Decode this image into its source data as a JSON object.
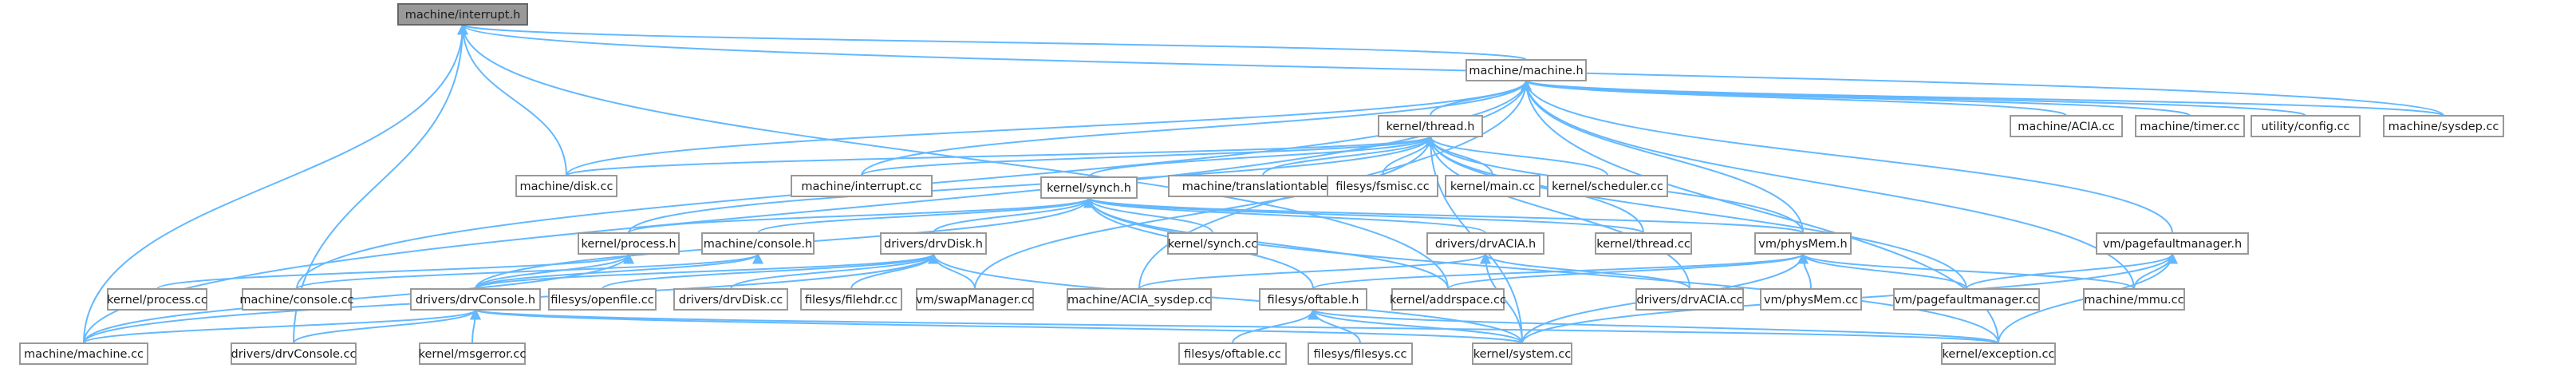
{
  "graph": {
    "root": "machine/interrupt.h",
    "nodes": [
      {
        "id": "n0",
        "label": "machine/interrupt.h",
        "root": true
      },
      {
        "id": "n1",
        "label": "machine/machine.h"
      },
      {
        "id": "n2",
        "label": "kernel/thread.h"
      },
      {
        "id": "n3",
        "label": "kernel/synch.h"
      },
      {
        "id": "n4",
        "label": "machine/disk.cc"
      },
      {
        "id": "n5",
        "label": "machine/interrupt.cc"
      },
      {
        "id": "n6",
        "label": "machine/translationtable.cc"
      },
      {
        "id": "n7",
        "label": "filesys/fsmisc.cc"
      },
      {
        "id": "n8",
        "label": "kernel/main.cc"
      },
      {
        "id": "n9",
        "label": "kernel/scheduler.cc"
      },
      {
        "id": "n10",
        "label": "machine/ACIA.cc"
      },
      {
        "id": "n11",
        "label": "machine/timer.cc"
      },
      {
        "id": "n12",
        "label": "utility/config.cc"
      },
      {
        "id": "n13",
        "label": "machine/sysdep.cc"
      },
      {
        "id": "n14",
        "label": "kernel/process.h"
      },
      {
        "id": "n15",
        "label": "machine/console.h"
      },
      {
        "id": "n16",
        "label": "drivers/drvDisk.h"
      },
      {
        "id": "n17",
        "label": "kernel/synch.cc"
      },
      {
        "id": "n18",
        "label": "drivers/drvACIA.h"
      },
      {
        "id": "n19",
        "label": "kernel/thread.cc"
      },
      {
        "id": "n20",
        "label": "vm/physMem.h"
      },
      {
        "id": "n21",
        "label": "vm/pagefaultmanager.h"
      },
      {
        "id": "n22",
        "label": "kernel/process.cc"
      },
      {
        "id": "n23",
        "label": "machine/console.cc"
      },
      {
        "id": "n24",
        "label": "drivers/drvConsole.h"
      },
      {
        "id": "n25",
        "label": "filesys/openfile.cc"
      },
      {
        "id": "n26",
        "label": "drivers/drvDisk.cc"
      },
      {
        "id": "n27",
        "label": "filesys/filehdr.cc"
      },
      {
        "id": "n28",
        "label": "vm/swapManager.cc"
      },
      {
        "id": "n29",
        "label": "machine/ACIA_sysdep.cc"
      },
      {
        "id": "n30",
        "label": "filesys/oftable.h"
      },
      {
        "id": "n31",
        "label": "kernel/addrspace.cc"
      },
      {
        "id": "n32",
        "label": "drivers/drvACIA.cc"
      },
      {
        "id": "n33",
        "label": "vm/physMem.cc"
      },
      {
        "id": "n34",
        "label": "vm/pagefaultmanager.cc"
      },
      {
        "id": "n35",
        "label": "machine/mmu.cc"
      },
      {
        "id": "n36",
        "label": "machine/machine.cc"
      },
      {
        "id": "n37",
        "label": "drivers/drvConsole.cc"
      },
      {
        "id": "n38",
        "label": "kernel/msgerror.cc"
      },
      {
        "id": "n39",
        "label": "kernel/system.cc"
      },
      {
        "id": "n40",
        "label": "filesys/oftable.cc"
      },
      {
        "id": "n41",
        "label": "filesys/filesys.cc"
      },
      {
        "id": "n42",
        "label": "kernel/exception.cc"
      }
    ],
    "edges": [
      [
        "n0",
        "n1"
      ],
      [
        "n0",
        "n4"
      ],
      [
        "n0",
        "n13"
      ],
      [
        "n0",
        "n36"
      ],
      [
        "n0",
        "n37"
      ],
      [
        "n0",
        "n31"
      ],
      [
        "n1",
        "n2"
      ],
      [
        "n1",
        "n4"
      ],
      [
        "n1",
        "n10"
      ],
      [
        "n1",
        "n11"
      ],
      [
        "n1",
        "n12"
      ],
      [
        "n1",
        "n13"
      ],
      [
        "n1",
        "n20"
      ],
      [
        "n1",
        "n21"
      ],
      [
        "n1",
        "n35"
      ],
      [
        "n1",
        "n36"
      ],
      [
        "n1",
        "n23"
      ],
      [
        "n1",
        "n29"
      ],
      [
        "n1",
        "n42"
      ],
      [
        "n1",
        "n5"
      ],
      [
        "n2",
        "n3"
      ],
      [
        "n2",
        "n4"
      ],
      [
        "n2",
        "n5"
      ],
      [
        "n2",
        "n6"
      ],
      [
        "n2",
        "n7"
      ],
      [
        "n2",
        "n8"
      ],
      [
        "n2",
        "n9"
      ],
      [
        "n2",
        "n19"
      ],
      [
        "n2",
        "n20"
      ],
      [
        "n2",
        "n14"
      ],
      [
        "n2",
        "n28"
      ],
      [
        "n2",
        "n39"
      ],
      [
        "n2",
        "n34"
      ],
      [
        "n2",
        "n32"
      ],
      [
        "n3",
        "n14"
      ],
      [
        "n3",
        "n15"
      ],
      [
        "n3",
        "n16"
      ],
      [
        "n3",
        "n17"
      ],
      [
        "n3",
        "n18"
      ],
      [
        "n3",
        "n19"
      ],
      [
        "n3",
        "n20"
      ],
      [
        "n3",
        "n24"
      ],
      [
        "n3",
        "n30"
      ],
      [
        "n3",
        "n31"
      ],
      [
        "n3",
        "n42"
      ],
      [
        "n14",
        "n22"
      ],
      [
        "n14",
        "n36"
      ],
      [
        "n14",
        "n24"
      ],
      [
        "n15",
        "n23"
      ],
      [
        "n15",
        "n24"
      ],
      [
        "n16",
        "n24"
      ],
      [
        "n16",
        "n25"
      ],
      [
        "n16",
        "n26"
      ],
      [
        "n16",
        "n27"
      ],
      [
        "n16",
        "n28"
      ],
      [
        "n16",
        "n39"
      ],
      [
        "n16",
        "n36"
      ],
      [
        "n18",
        "n29"
      ],
      [
        "n18",
        "n32"
      ],
      [
        "n18",
        "n39"
      ],
      [
        "n20",
        "n31"
      ],
      [
        "n20",
        "n33"
      ],
      [
        "n20",
        "n34"
      ],
      [
        "n20",
        "n35"
      ],
      [
        "n20",
        "n39"
      ],
      [
        "n20",
        "n30"
      ],
      [
        "n21",
        "n34"
      ],
      [
        "n21",
        "n35"
      ],
      [
        "n21",
        "n42"
      ],
      [
        "n21",
        "n39"
      ],
      [
        "n24",
        "n36"
      ],
      [
        "n24",
        "n37"
      ],
      [
        "n24",
        "n38"
      ],
      [
        "n24",
        "n39"
      ],
      [
        "n24",
        "n42"
      ],
      [
        "n30",
        "n39"
      ],
      [
        "n30",
        "n40"
      ],
      [
        "n30",
        "n41"
      ],
      [
        "n30",
        "n42"
      ]
    ]
  }
}
